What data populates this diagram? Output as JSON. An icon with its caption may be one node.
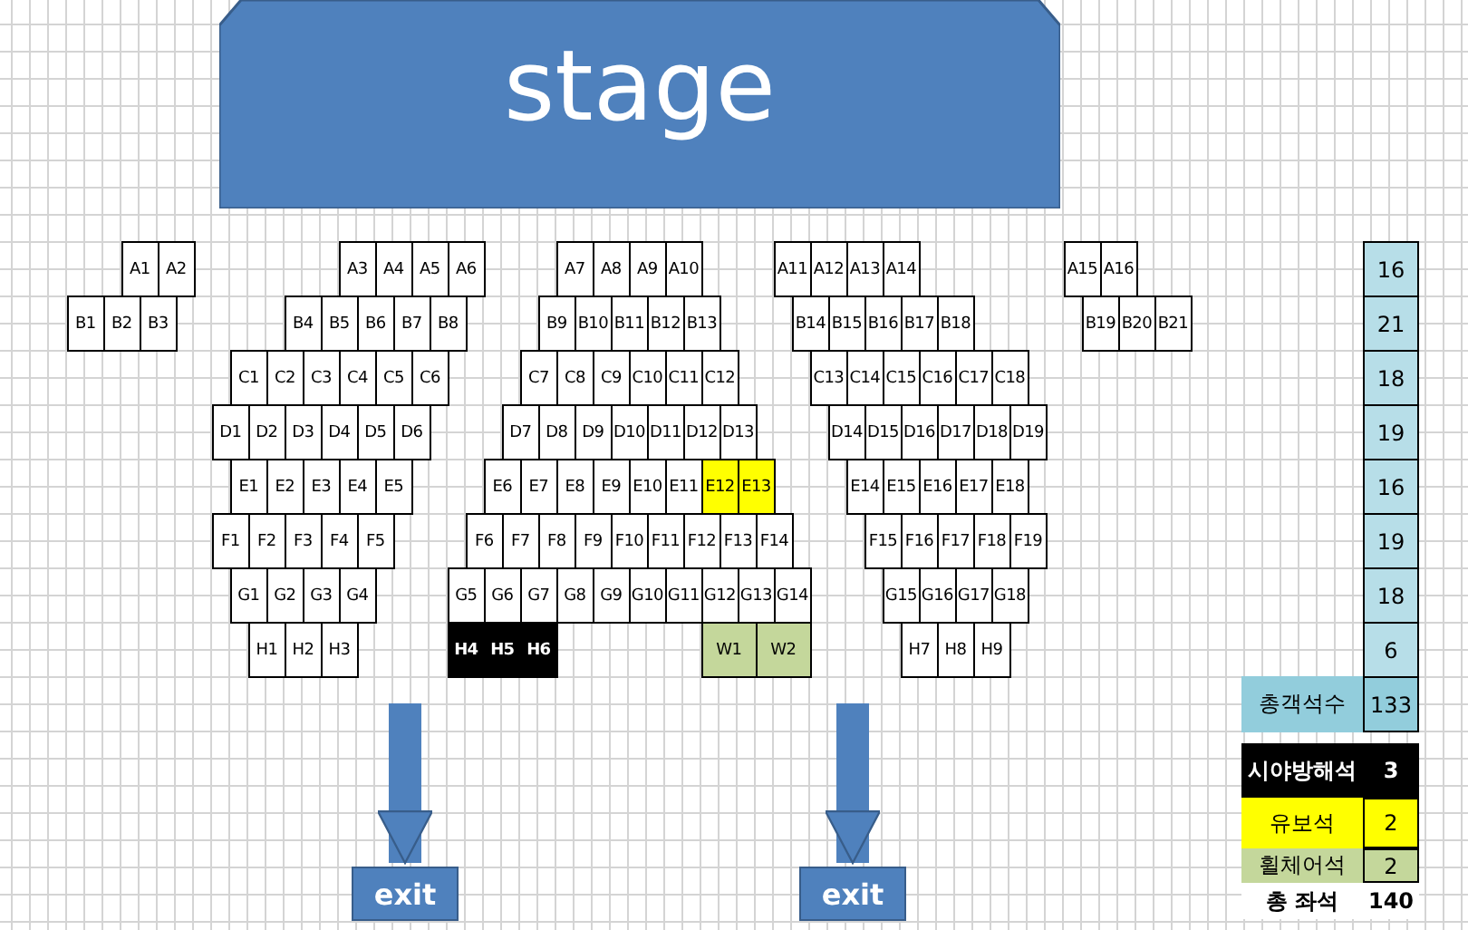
{
  "diagram": {
    "nodes": [
      {
        "text": [
          "stage"
        ]
      },
      {
        "text": [
          "A1"
        ]
      },
      {
        "text": [
          "A2"
        ]
      },
      {
        "text": [
          "A3"
        ]
      },
      {
        "text": [
          "A4"
        ]
      },
      {
        "text": [
          "A5"
        ]
      },
      {
        "text": [
          "A6"
        ]
      },
      {
        "text": [
          "A7"
        ]
      },
      {
        "text": [
          "A8"
        ]
      },
      {
        "text": [
          "A9"
        ]
      },
      {
        "text": [
          "A10"
        ]
      },
      {
        "text": [
          "A11"
        ]
      },
      {
        "text": [
          "A12"
        ]
      },
      {
        "text": [
          "A13"
        ]
      },
      {
        "text": [
          "A14"
        ]
      },
      {
        "text": [
          "A15"
        ]
      },
      {
        "text": [
          "A16"
        ]
      },
      {
        "text": [
          "B1"
        ]
      },
      {
        "text": [
          "B2"
        ]
      },
      {
        "text": [
          "B3"
        ]
      },
      {
        "text": [
          "B4"
        ]
      },
      {
        "text": [
          "B5"
        ]
      },
      {
        "text": [
          "B6"
        ]
      },
      {
        "text": [
          "B7"
        ]
      },
      {
        "text": [
          "B8"
        ]
      },
      {
        "text": [
          "B9"
        ]
      },
      {
        "text": [
          "B10"
        ]
      },
      {
        "text": [
          "B11"
        ]
      },
      {
        "text": [
          "B12"
        ]
      },
      {
        "text": [
          "B13"
        ]
      },
      {
        "text": [
          "B14"
        ]
      },
      {
        "text": [
          "B15"
        ]
      },
      {
        "text": [
          "B16"
        ]
      },
      {
        "text": [
          "B17"
        ]
      },
      {
        "text": [
          "B18"
        ]
      },
      {
        "text": [
          "B19"
        ]
      },
      {
        "text": [
          "B20"
        ]
      },
      {
        "text": [
          "B21"
        ]
      },
      {
        "text": [
          "C1"
        ]
      },
      {
        "text": [
          "C2"
        ]
      },
      {
        "text": [
          "C3"
        ]
      },
      {
        "text": [
          "C4"
        ]
      },
      {
        "text": [
          "C5"
        ]
      },
      {
        "text": [
          "C6"
        ]
      },
      {
        "text": [
          "C7"
        ]
      },
      {
        "text": [
          "C8"
        ]
      },
      {
        "text": [
          "C9"
        ]
      },
      {
        "text": [
          "C10"
        ]
      },
      {
        "text": [
          "C11"
        ]
      },
      {
        "text": [
          "C12"
        ]
      },
      {
        "text": [
          "C13"
        ]
      },
      {
        "text": [
          "C14"
        ]
      },
      {
        "text": [
          "C15"
        ]
      },
      {
        "text": [
          "C16"
        ]
      },
      {
        "text": [
          "C17"
        ]
      },
      {
        "text": [
          "C18"
        ]
      },
      {
        "text": [
          "D1"
        ]
      },
      {
        "text": [
          "D2"
        ]
      },
      {
        "text": [
          "D3"
        ]
      },
      {
        "text": [
          "D4"
        ]
      },
      {
        "text": [
          "D5"
        ]
      },
      {
        "text": [
          "D6"
        ]
      },
      {
        "text": [
          "D7"
        ]
      },
      {
        "text": [
          "D8"
        ]
      },
      {
        "text": [
          "D9"
        ]
      },
      {
        "text": [
          "D10"
        ]
      },
      {
        "text": [
          "D11"
        ]
      },
      {
        "text": [
          "D12"
        ]
      },
      {
        "text": [
          "D13"
        ]
      },
      {
        "text": [
          "D14"
        ]
      },
      {
        "text": [
          "D15"
        ]
      },
      {
        "text": [
          "D16"
        ]
      },
      {
        "text": [
          "D17"
        ]
      },
      {
        "text": [
          "D18"
        ]
      },
      {
        "text": [
          "D19"
        ]
      },
      {
        "text": [
          "E1"
        ]
      },
      {
        "text": [
          "E2"
        ]
      },
      {
        "text": [
          "E3"
        ]
      },
      {
        "text": [
          "E4"
        ]
      },
      {
        "text": [
          "E5"
        ]
      },
      {
        "text": [
          "E6"
        ]
      },
      {
        "text": [
          "E7"
        ]
      },
      {
        "text": [
          "E8"
        ]
      },
      {
        "text": [
          "E9"
        ]
      },
      {
        "text": [
          "E10"
        ]
      },
      {
        "text": [
          "E11"
        ]
      },
      {
        "text": [
          "E12"
        ]
      },
      {
        "text": [
          "E13"
        ]
      },
      {
        "text": [
          "E14"
        ]
      },
      {
        "text": [
          "E15"
        ]
      },
      {
        "text": [
          "E16"
        ]
      },
      {
        "text": [
          "E17"
        ]
      },
      {
        "text": [
          "E18"
        ]
      },
      {
        "text": [
          "F1"
        ]
      },
      {
        "text": [
          "F2"
        ]
      },
      {
        "text": [
          "F3"
        ]
      },
      {
        "text": [
          "F4"
        ]
      },
      {
        "text": [
          "F5"
        ]
      },
      {
        "text": [
          "F6"
        ]
      },
      {
        "text": [
          "F7"
        ]
      },
      {
        "text": [
          "F8"
        ]
      },
      {
        "text": [
          "F9"
        ]
      },
      {
        "text": [
          "F10"
        ]
      },
      {
        "text": [
          "F11"
        ]
      },
      {
        "text": [
          "F12"
        ]
      },
      {
        "text": [
          "F13"
        ]
      },
      {
        "text": [
          "F14"
        ]
      },
      {
        "text": [
          "F15"
        ]
      },
      {
        "text": [
          "F16"
        ]
      },
      {
        "text": [
          "F17"
        ]
      },
      {
        "text": [
          "F18"
        ]
      },
      {
        "text": [
          "F19"
        ]
      },
      {
        "text": [
          "G1"
        ]
      },
      {
        "text": [
          "G2"
        ]
      },
      {
        "text": [
          "G3"
        ]
      },
      {
        "text": [
          "G4"
        ]
      },
      {
        "text": [
          "G5"
        ]
      },
      {
        "text": [
          "G6"
        ]
      },
      {
        "text": [
          "G7"
        ]
      },
      {
        "text": [
          "G8"
        ]
      },
      {
        "text": [
          "G9"
        ]
      },
      {
        "text": [
          "G10"
        ]
      },
      {
        "text": [
          "G11"
        ]
      },
      {
        "text": [
          "G12"
        ]
      },
      {
        "text": [
          "G13"
        ]
      },
      {
        "text": [
          "G14"
        ]
      },
      {
        "text": [
          "G15"
        ]
      },
      {
        "text": [
          "G16"
        ]
      },
      {
        "text": [
          "G17"
        ]
      },
      {
        "text": [
          "G18"
        ]
      },
      {
        "text": [
          "H1"
        ]
      },
      {
        "text": [
          "H2"
        ]
      },
      {
        "text": [
          "H3"
        ]
      },
      {
        "text": [
          "H4"
        ]
      },
      {
        "text": [
          "H5"
        ]
      },
      {
        "text": [
          "H6"
        ]
      },
      {
        "text": [
          "W1"
        ]
      },
      {
        "text": [
          "W2"
        ]
      },
      {
        "text": [
          "H7"
        ]
      },
      {
        "text": [
          "H8"
        ]
      },
      {
        "text": [
          "H9"
        ]
      },
      {
        "text": [
          "exit"
        ]
      },
      {
        "text": [
          "exit"
        ]
      }
    ],
    "edges": [
      {
        "from": null,
        "to": 141,
        "arrow": "to"
      },
      {
        "from": null,
        "to": 142,
        "arrow": "to"
      }
    ],
    "labels": [
      "16",
      "21",
      "18",
      "19",
      "16",
      "19",
      "18",
      "6",
      "총객석수",
      "133",
      "시야방해석",
      "3",
      "유보석",
      "2",
      "휠체어석",
      "2",
      "총 좌석",
      "140"
    ]
  }
}
